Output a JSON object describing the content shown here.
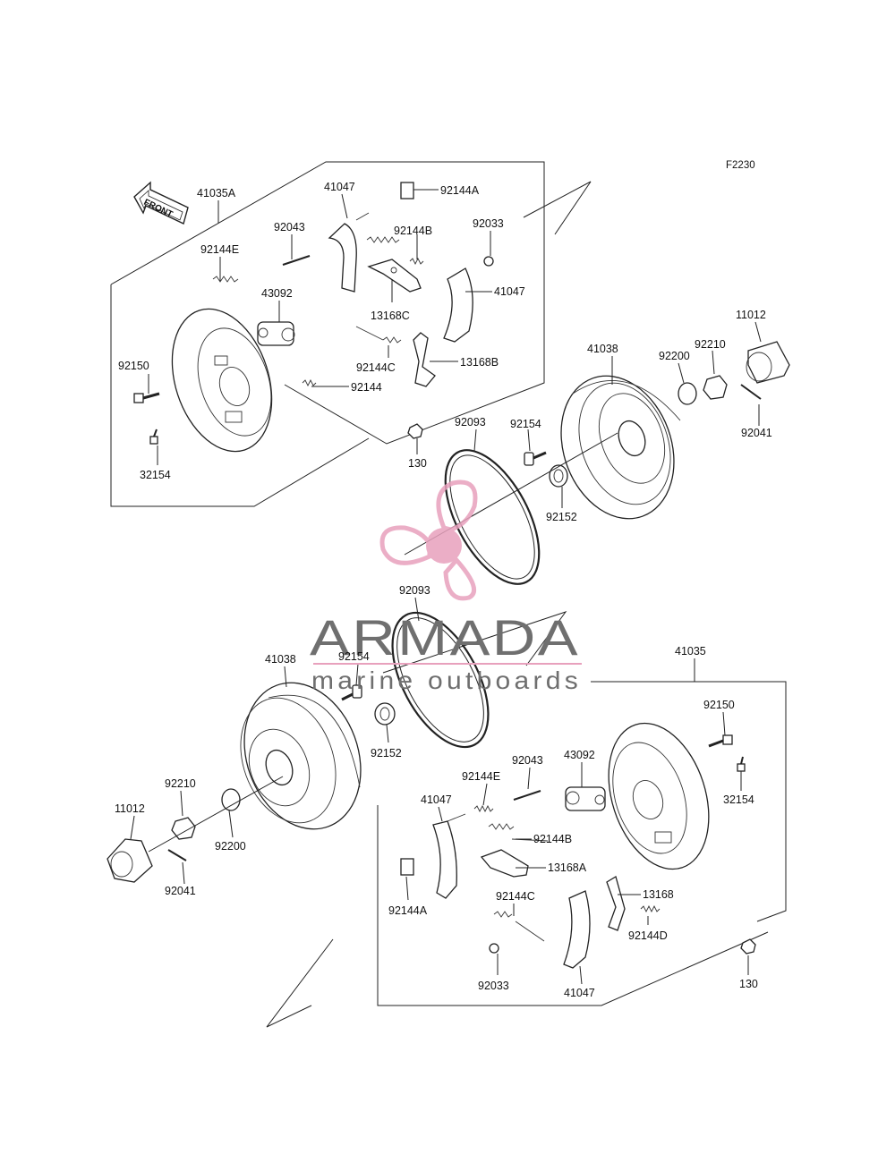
{
  "figure_id": "F2230",
  "front_arrow": "FRONT",
  "watermark": {
    "brand": "ARMADA",
    "tagline": "marine outboards",
    "logo_icon": "propeller-logo-icon",
    "color": "#e8a1bd"
  },
  "labels": [
    "41035A",
    "41047",
    "92144A",
    "92043",
    "92144B",
    "92033",
    "92144E",
    "43092",
    "13168C",
    "41047",
    "92144C",
    "13168B",
    "92150",
    "92144",
    "130",
    "32154",
    "11012",
    "41038",
    "92210",
    "92200",
    "92041",
    "92093",
    "92154",
    "92152",
    "92093",
    "41038",
    "92154",
    "92152",
    "41035",
    "92150",
    "92043",
    "43092",
    "92144E",
    "32154",
    "41047",
    "92144B",
    "92210",
    "11012",
    "13168A",
    "92200",
    "92144A",
    "92144C",
    "13168",
    "92041",
    "92144D",
    "92033",
    "41047",
    "130"
  ]
}
